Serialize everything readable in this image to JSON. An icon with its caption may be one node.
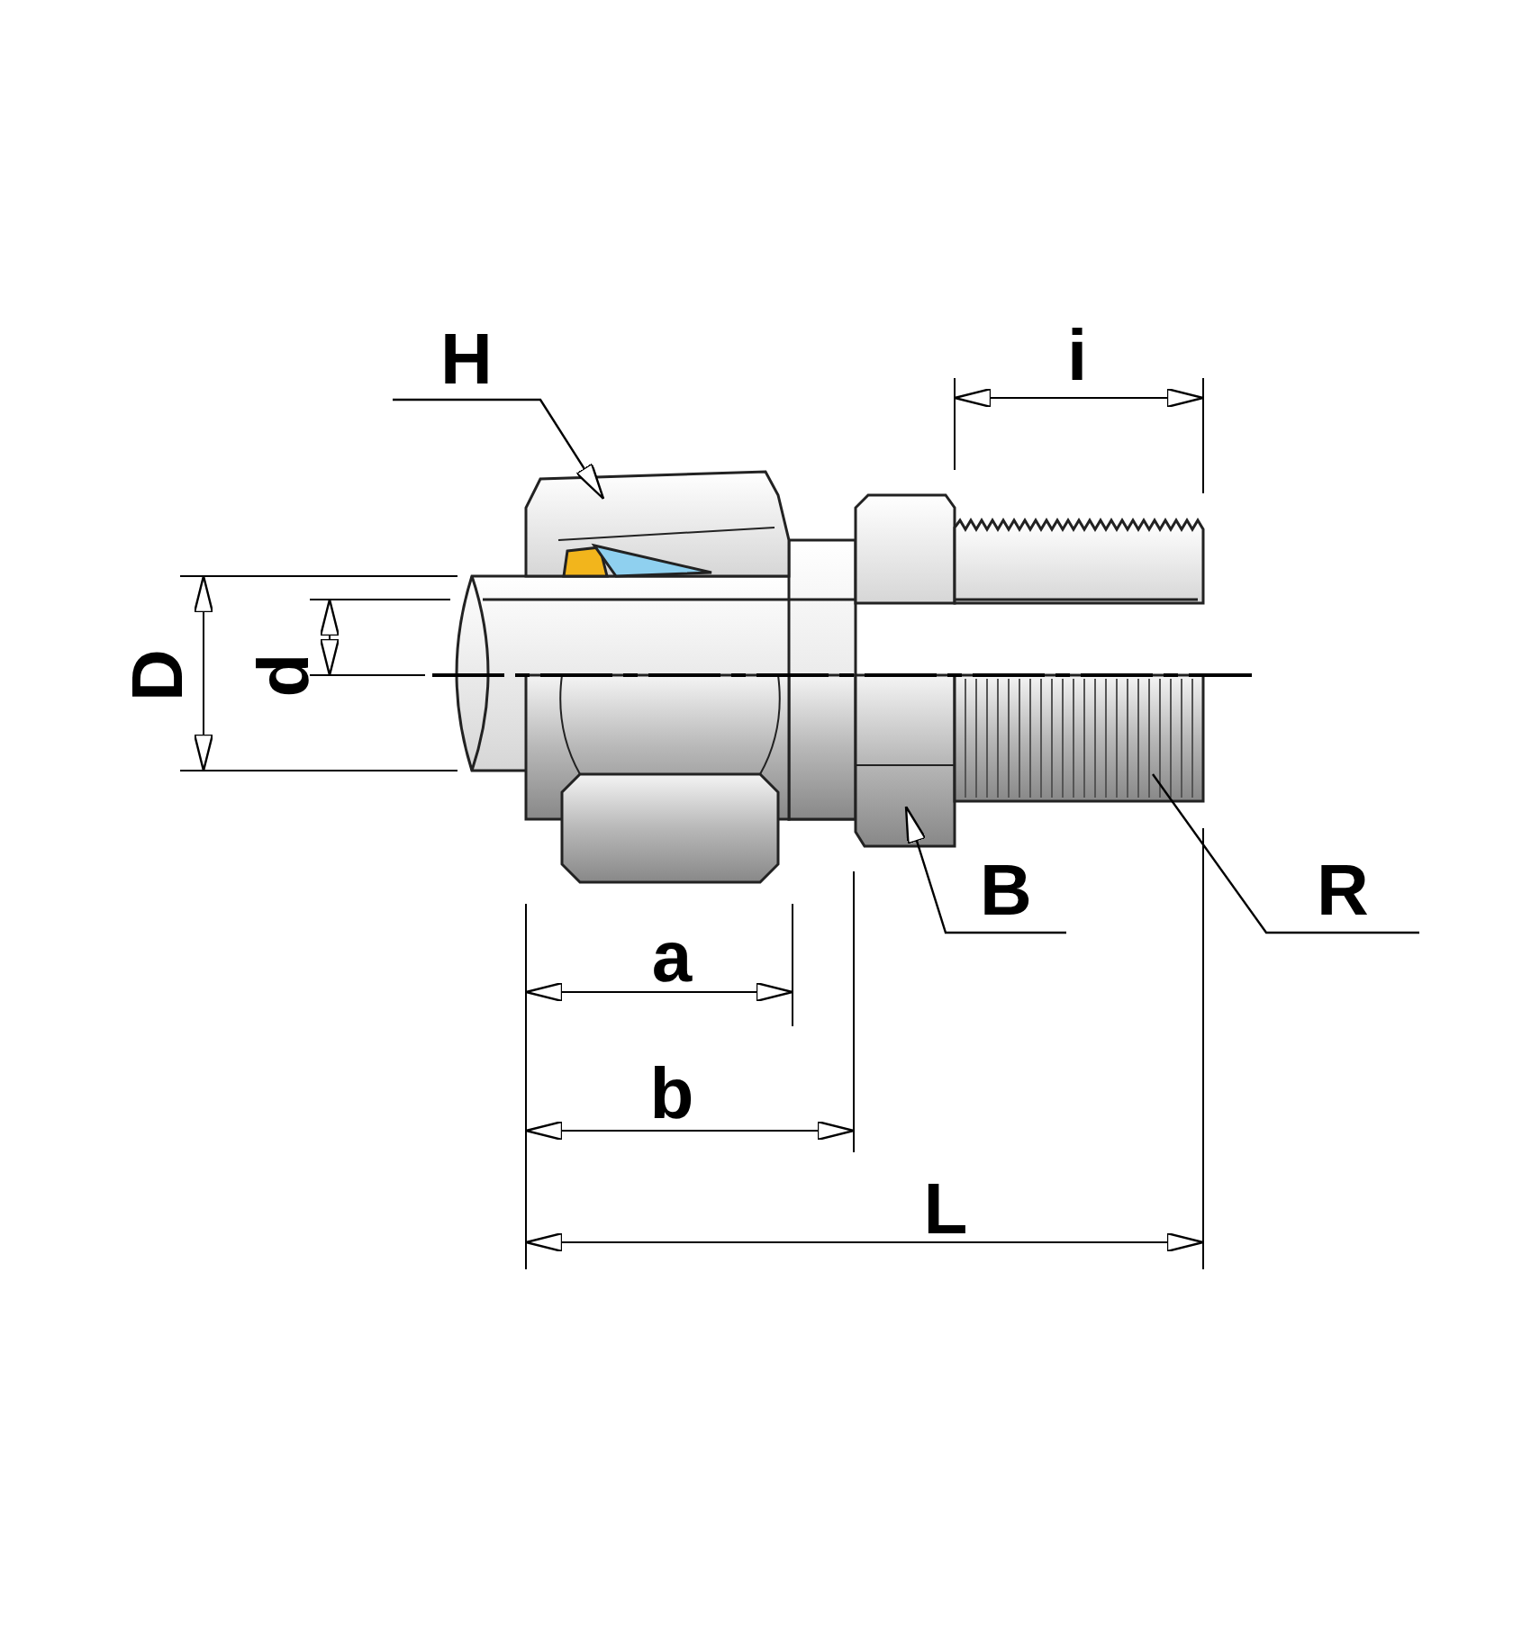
{
  "diagram": {
    "nodes": [
      {
        "text": [
          "H"
        ]
      },
      {
        "text": [
          "B"
        ]
      },
      {
        "text": [
          "R"
        ]
      },
      {
        "text": [],
        "shape": "picture"
      },
      {
        "text": [],
        "shape": "picture"
      },
      {
        "text": [],
        "shape": "picture"
      }
    ],
    "edges": [
      {
        "from": 0,
        "to": 3,
        "arrow": "to"
      },
      {
        "from": 1,
        "to": 4,
        "arrow": "to"
      },
      {
        "from": 2,
        "to": 5,
        "arrow": "none"
      }
    ],
    "labels": [
      "i",
      "D",
      "d",
      "a",
      "b",
      "L"
    ]
  }
}
